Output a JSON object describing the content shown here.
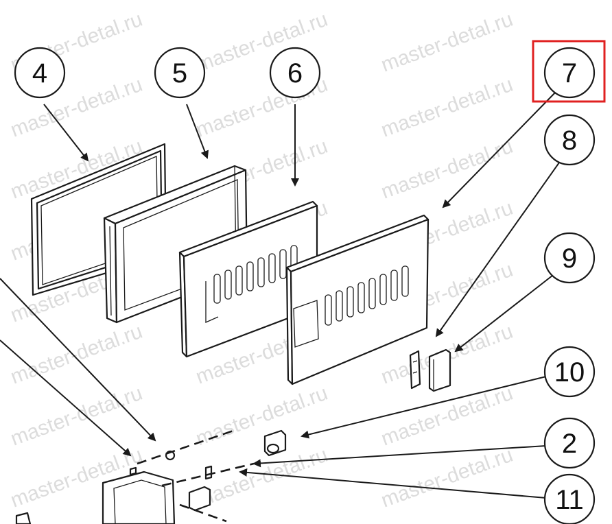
{
  "watermark_text": "master-detal.ru",
  "highlight_color": "#e02020",
  "highlighted_callout": "7",
  "callouts": [
    {
      "id": "4",
      "label": "4"
    },
    {
      "id": "5",
      "label": "5"
    },
    {
      "id": "6",
      "label": "6"
    },
    {
      "id": "7",
      "label": "7"
    },
    {
      "id": "8",
      "label": "8"
    },
    {
      "id": "9",
      "label": "9"
    },
    {
      "id": "10",
      "label": "10"
    },
    {
      "id": "2",
      "label": "2"
    },
    {
      "id": "11",
      "label": "11"
    }
  ]
}
